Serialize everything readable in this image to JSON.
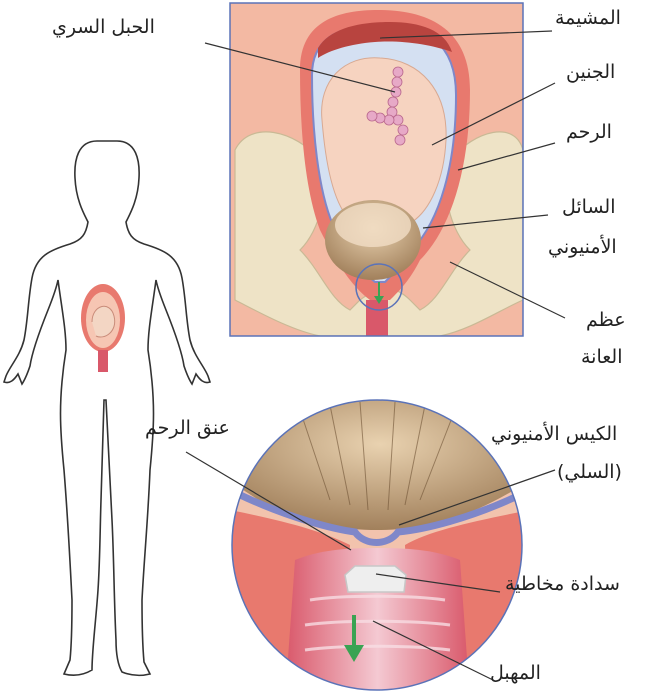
{
  "labels": {
    "placenta": "المشيمة",
    "umbilical_cord": "الحبل السري",
    "fetus": "الجنين",
    "uterus": "الرحم",
    "amniotic_fluid_1": "السائل",
    "amniotic_fluid_2": "الأمنيوني",
    "pubic_bone_1": "عظم",
    "pubic_bone_2": "العانة",
    "cervix": "عنق الرحم",
    "amniotic_sac_1": "الكيس الأمنيوني",
    "amniotic_sac_2": "(السلي)",
    "mucus_plug": "سدادة مخاطية",
    "vagina": "المهبل"
  },
  "colors": {
    "panel_bg": "#f3b9a3",
    "panel_border": "#5b73b8",
    "uterus_wall": "#e8796e",
    "fetus_skin": "#f6d3c0",
    "pelvis_bone": "#eee3c6",
    "amniotic_membrane": "#7f87c9",
    "arrow_green": "#3aa353",
    "leader_line": "#333333"
  }
}
